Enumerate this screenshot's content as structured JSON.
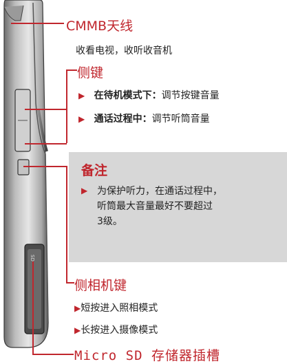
{
  "labels": {
    "cmmb_title": "CMMB天线",
    "cmmb_desc": "收看电视，收听收音机",
    "side_key_title": "侧键",
    "standby_label": "在待机模式下：",
    "standby_desc": "调节按键音量",
    "call_label": "通话过程中：",
    "call_desc": "调节听筒音量",
    "camera_key_title": "侧相机键",
    "short_press": "短按进入照相模式",
    "long_press": "长按进入摄像模式",
    "sd_title": "Micro SD 存储器插槽"
  },
  "note": {
    "title": "备注",
    "line1": "为保护听力，在通话过程中，",
    "line2": "听筒最大音量最好不要超过",
    "line3": "3级。"
  },
  "colors": {
    "accent": "#c0262d",
    "note_bg": "#d7d7d7"
  }
}
